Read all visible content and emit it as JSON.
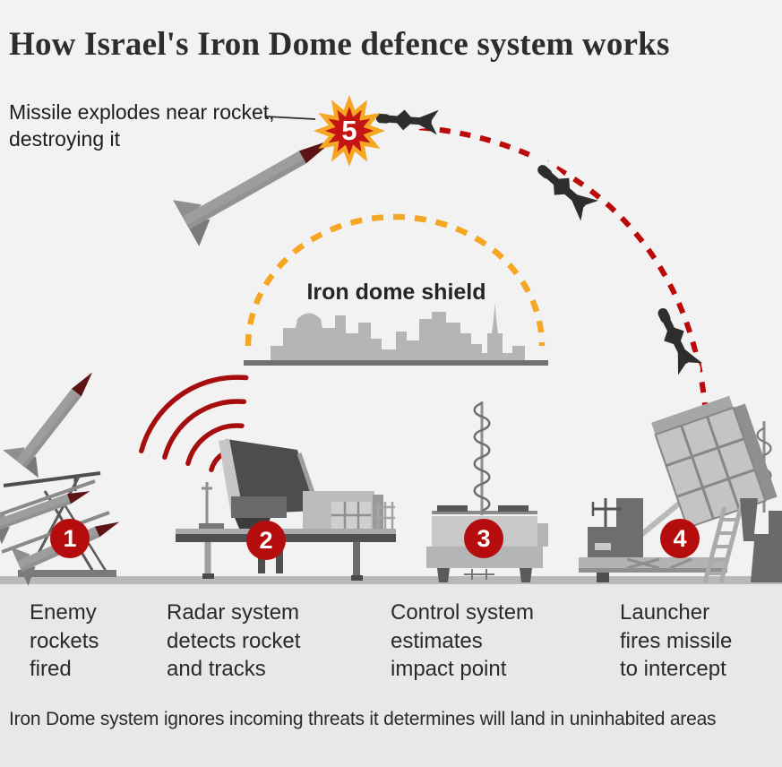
{
  "title": "How Israel's Iron Dome defence system works",
  "annotation": {
    "text": "Missile explodes near rocket, destroying it"
  },
  "dome": {
    "label": "Iron dome shield"
  },
  "steps": [
    {
      "number": "1",
      "label": "Enemy rockets fired"
    },
    {
      "number": "2",
      "label": "Radar system detects rocket and tracks"
    },
    {
      "number": "3",
      "label": "Control system estimates impact point"
    },
    {
      "number": "4",
      "label": "Launcher fires missile to intercept"
    },
    {
      "number": "5",
      "label": "Missile explodes near rocket, destroying it"
    }
  ],
  "footer": {
    "note": "Iron Dome system ignores incoming threats it determines will land in uninhabited areas"
  },
  "colors": {
    "background": "#f2f2f2",
    "footer_band": "#e8e8e8",
    "ground_band": "#b9b9b9",
    "badge_red": "#b50d0d",
    "trajectory_red": "#bb0808",
    "radar_wave_red": "#a60e0e",
    "dome_orange": "#f5a623",
    "explosion_outer_orange": "#f5a623",
    "explosion_inner_red": "#c41414",
    "rocket_gray": "#9d9d9d",
    "rocket_nose_dark_red": "#5e1414",
    "interceptor_black": "#2d2d2d",
    "skyline_gray": "#b5b5b5",
    "text_dark": "#2d2d2d"
  }
}
